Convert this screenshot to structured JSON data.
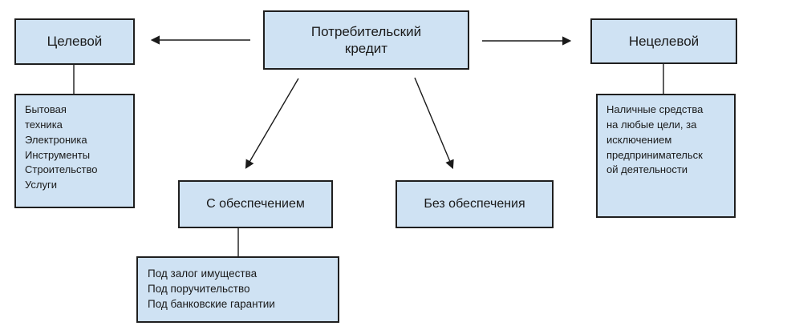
{
  "diagram": {
    "background_color": "#ffffff",
    "node_fill_color": "#cfe2f3",
    "node_border_color": "#1f1f1f",
    "text_color": "#1a1a1a",
    "arrow_color": "#1a1a1a",
    "nodes": {
      "root": {
        "label": "Потребительский кредит"
      },
      "targeted": {
        "label": "Целевой"
      },
      "non_targeted": {
        "label": "Нецелевой"
      },
      "secured": {
        "label": "С обеспечением"
      },
      "unsecured": {
        "label": "Без обеспечения"
      },
      "targeted_examples": {
        "items": [
          "Бытовая техника",
          "Электроника",
          "Инструменты",
          "Строительство",
          "Услуги"
        ]
      },
      "non_targeted_note": {
        "text": "Наличные средства на любые цели, за исключением предпринимательской деятельности"
      },
      "secured_examples": {
        "items": [
          "Под залог имущества",
          "Под поручительство",
          "Под банковские гарантии"
        ]
      }
    }
  }
}
